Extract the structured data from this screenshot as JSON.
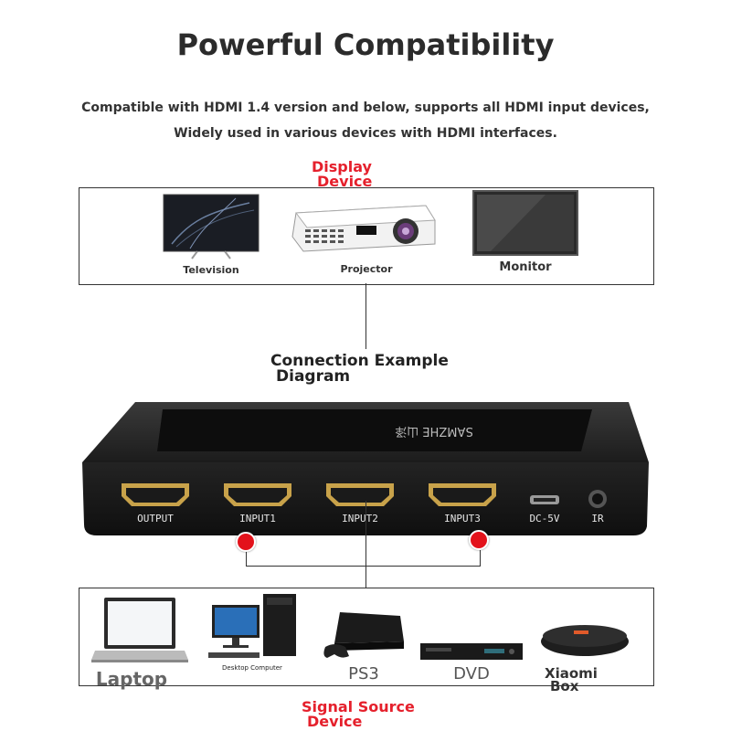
{
  "header": {
    "title": "Powerful Compatibility",
    "line1": "Compatible with HDMI 1.4 version and below, supports all HDMI input devices,",
    "line2": "Widely used in various devices with HDMI interfaces."
  },
  "display_section": {
    "label_line1": "Display",
    "label_line2": "Device",
    "devices": [
      "Television",
      "Projector",
      "Monitor"
    ]
  },
  "connection": {
    "label_line1": "Connection Example",
    "label_line2": "Diagram"
  },
  "switch": {
    "brand": "SAMZHE 山泽",
    "ports": [
      "OUTPUT",
      "INPUT1",
      "INPUT2",
      "INPUT3",
      "DC-5V",
      "IR"
    ]
  },
  "source_section": {
    "label_line1": "Signal Source",
    "label_line2": "Device",
    "devices": [
      "Laptop",
      "Desktop Computer",
      "PS3",
      "DVD",
      "Xiaomi",
      "Box"
    ]
  },
  "colors": {
    "accent_red": "#e5202c",
    "device_body": "#1a1a1a",
    "port_gold": "#c8a24a"
  }
}
